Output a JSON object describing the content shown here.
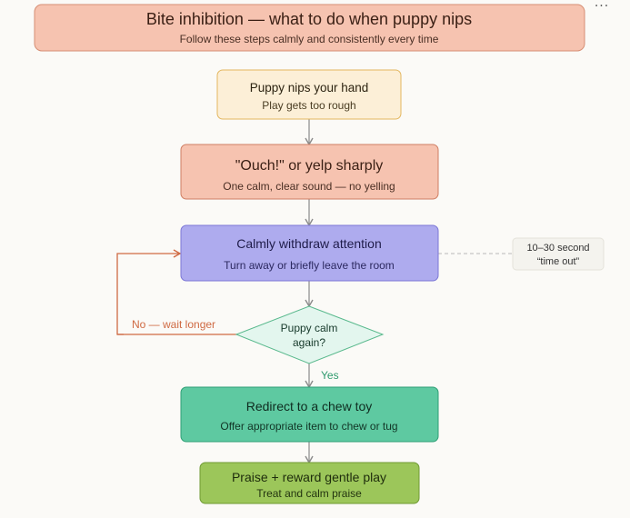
{
  "header": {
    "title": "Bite inhibition — what to do when puppy nips",
    "subtitle": "Follow these steps calmly and consistently every time"
  },
  "menu": {
    "more_label": "···",
    "icon": "more-horizontal-icon"
  },
  "steps": {
    "nip": {
      "title": "Puppy nips your hand",
      "subtitle": "Play gets too rough"
    },
    "ouch": {
      "title": "\"Ouch!\" or yelp sharply",
      "subtitle": "One calm, clear sound — no yelling"
    },
    "withdraw": {
      "title": "Calmly withdraw attention",
      "subtitle": "Turn away or briefly leave the room"
    },
    "decision": {
      "line1": "Puppy calm",
      "line2": "again?"
    },
    "redirect": {
      "title": "Redirect to a chew toy",
      "subtitle": "Offer appropriate item to chew or tug"
    },
    "praise": {
      "title": "Praise + reward gentle play",
      "subtitle": "Treat and calm praise"
    }
  },
  "note": {
    "line1": "10–30 second",
    "line2": "“time out”"
  },
  "edges": {
    "yes_label": "Yes",
    "no_label": "No — wait longer"
  },
  "colors": {
    "header_fill": "#f6c3b0",
    "nip_fill": "#fcefd7",
    "ouch_fill": "#f6c3b0",
    "withdraw_fill": "#aeabee",
    "decision_fill": "#e3f6ee",
    "redirect_fill": "#5ec9a1",
    "praise_fill": "#9cc65a",
    "arrow": "#8a8a8a",
    "no_arrow": "#cf6a43",
    "yes_text": "#2e9a6d"
  }
}
